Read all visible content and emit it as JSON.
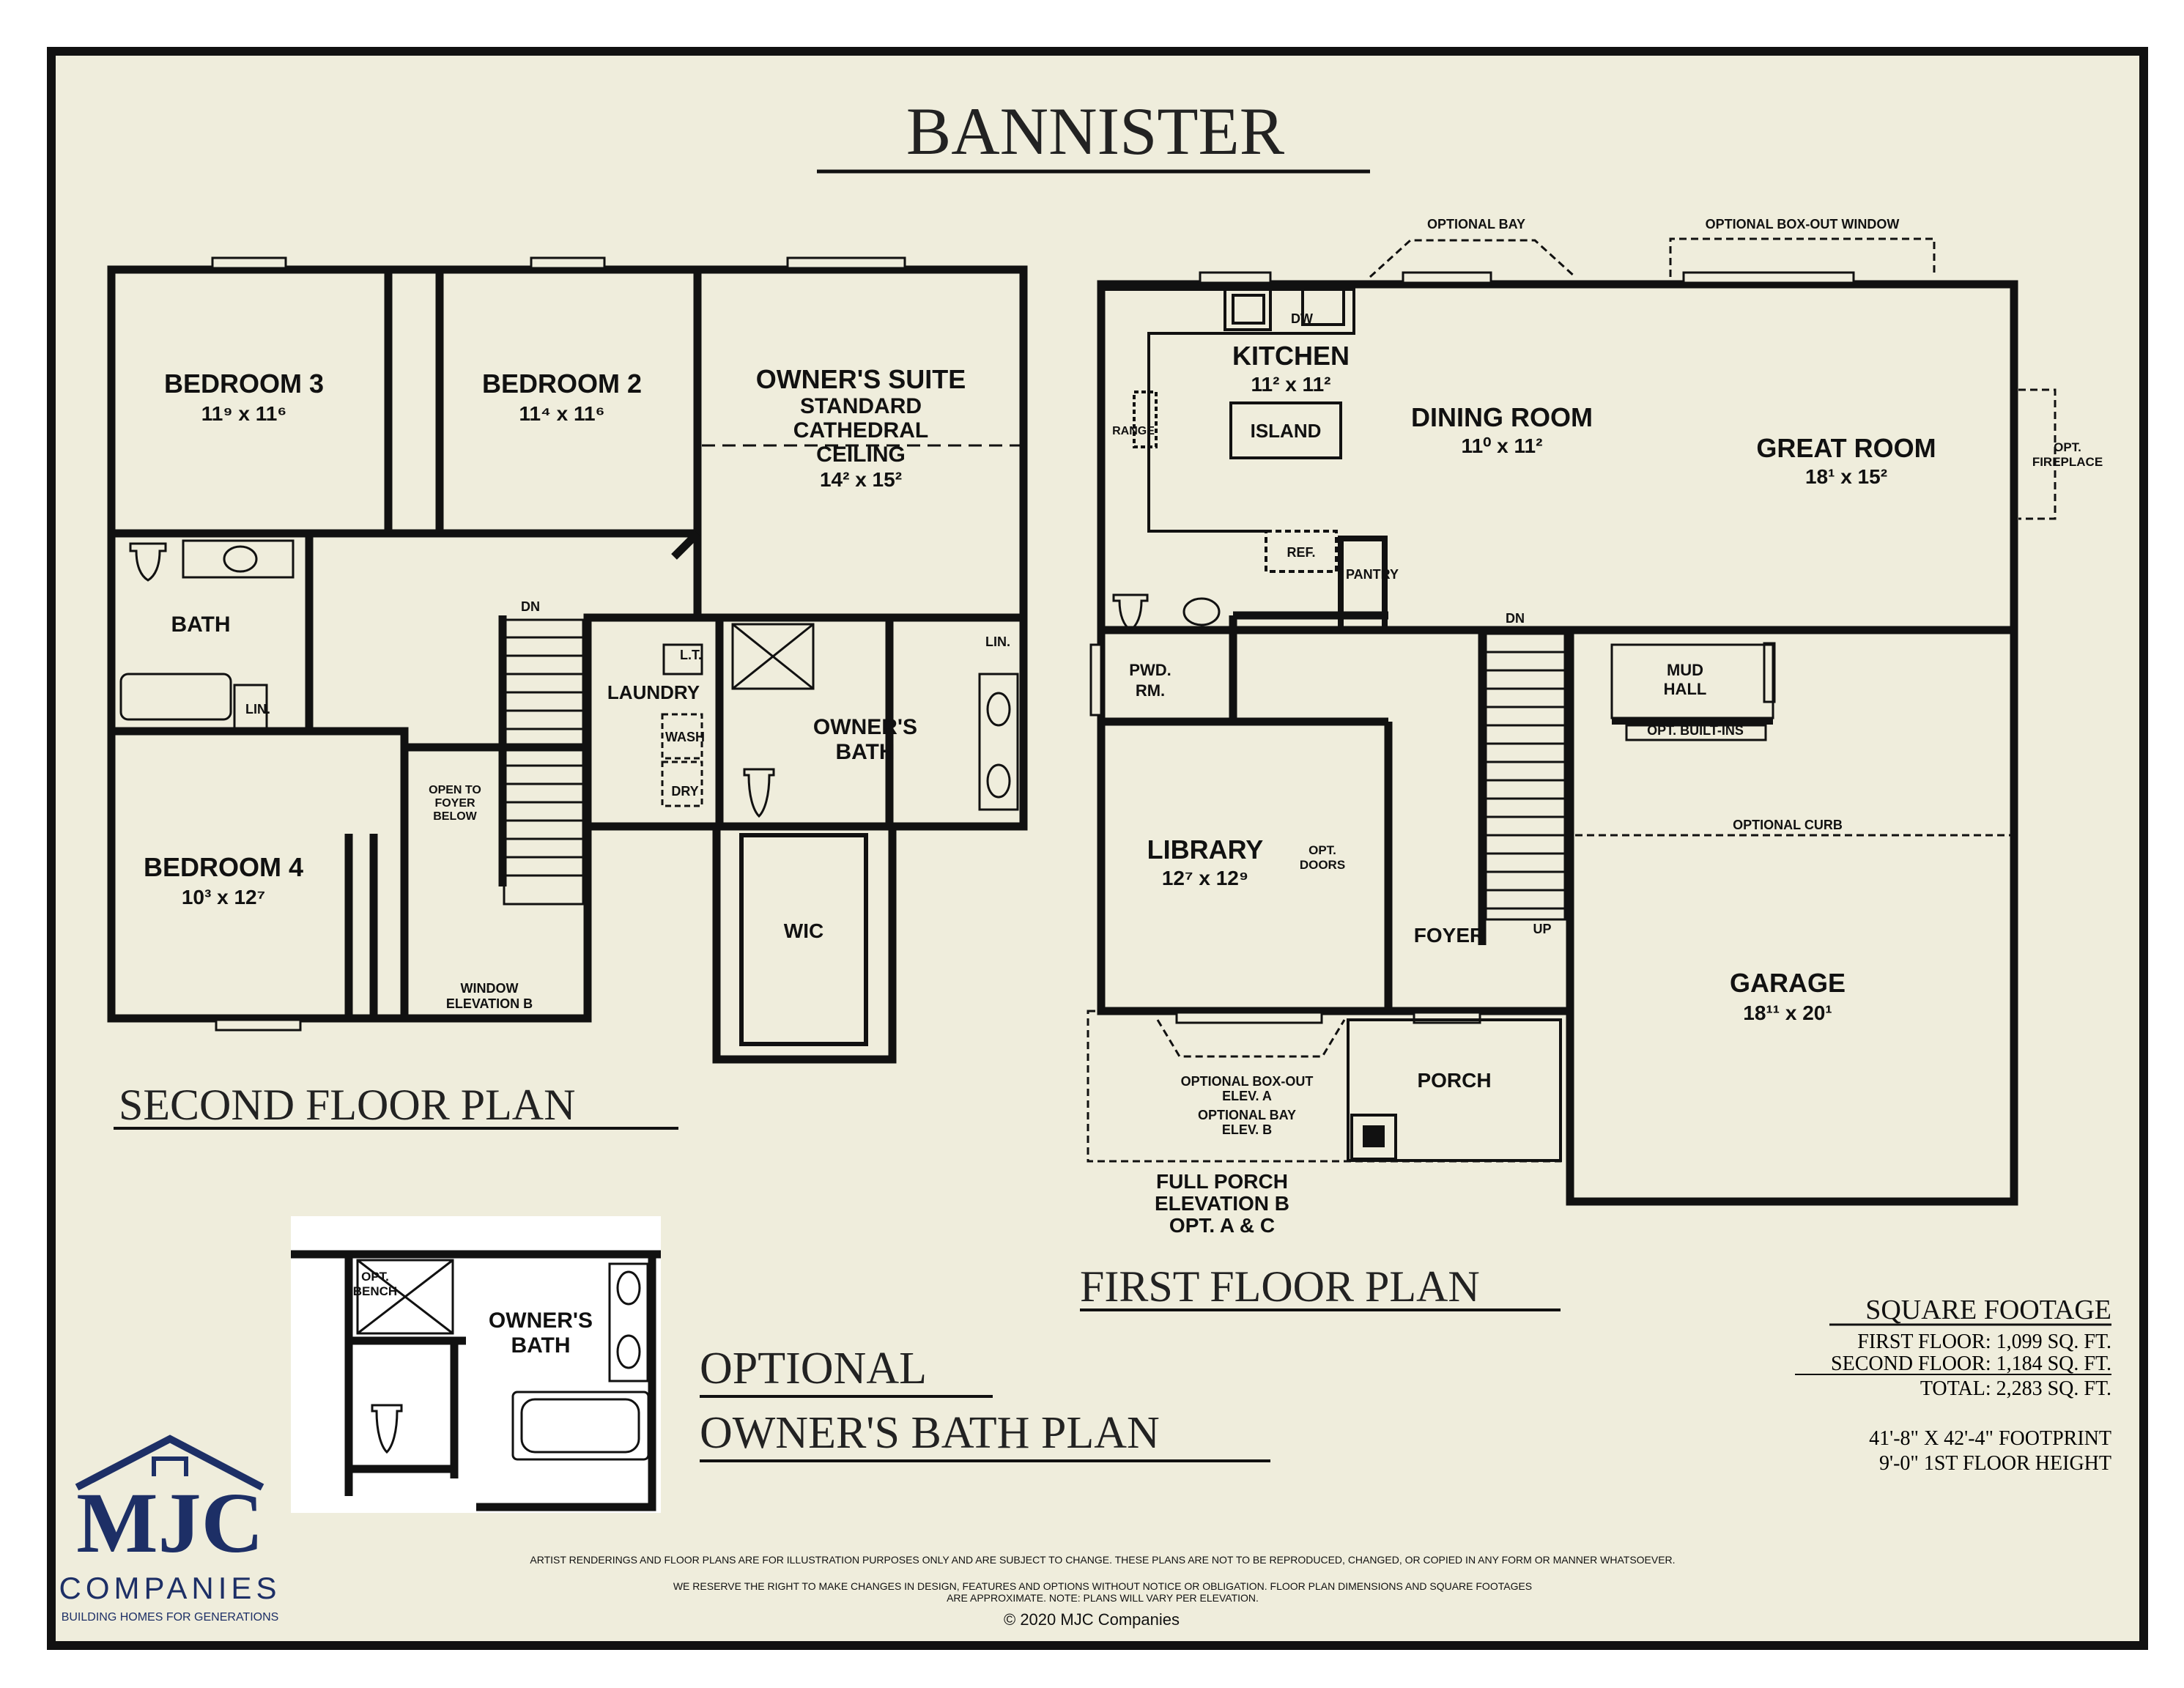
{
  "title": "BANNISTER",
  "second_floor": {
    "heading": "SECOND FLOOR PLAN",
    "rooms": {
      "bedroom3": {
        "name": "BEDROOM 3",
        "dim": "11⁹ x 11⁶"
      },
      "bedroom2": {
        "name": "BEDROOM 2",
        "dim": "11⁴ x 11⁶"
      },
      "owners_suite": {
        "name": "OWNER'S SUITE",
        "line2": "STANDARD",
        "line3": "CATHEDRAL",
        "line4": "CEILING",
        "dim": "14² x 15²"
      },
      "bath": "BATH",
      "lin1": "LIN.",
      "lin2": "LIN.",
      "bedroom4": {
        "name": "BEDROOM 4",
        "dim": "10³ x 12⁷"
      },
      "laundry": "LAUNDRY",
      "lt": "L.T.",
      "wash": "WASH",
      "dry": "DRY",
      "owners_bath": {
        "line1": "OWNER'S",
        "line2": "BATH"
      },
      "wic": "WIC",
      "dn": "DN",
      "open_to_foyer": {
        "line1": "OPEN TO",
        "line2": "FOYER",
        "line3": "BELOW"
      },
      "window_elev": {
        "line1": "WINDOW",
        "line2": "ELEVATION B"
      }
    }
  },
  "first_floor": {
    "heading": "FIRST FLOOR PLAN",
    "optional_bay": "OPTIONAL BAY",
    "optional_boxout": "OPTIONAL BOX-OUT WINDOW",
    "rooms": {
      "kitchen": {
        "name": "KITCHEN",
        "dim": "11² x 11²"
      },
      "dw": "DW",
      "range": "RANGE",
      "island": "ISLAND",
      "ref": "REF.",
      "pantry": "PANTRY",
      "dining": {
        "name": "DINING ROOM",
        "dim": "11⁰ x 11²"
      },
      "great": {
        "name": "GREAT ROOM",
        "dim": "18¹ x 15²"
      },
      "fireplace": {
        "line1": "OPT.",
        "line2": "FIREPLACE"
      },
      "pwd": {
        "line1": "PWD.",
        "line2": "RM."
      },
      "dn": "DN",
      "mud": {
        "line1": "MUD",
        "line2": "HALL"
      },
      "builtins": "OPT. BUILT-INS",
      "optional_curb": "OPTIONAL CURB",
      "library": {
        "name": "LIBRARY",
        "dim": "12⁷ x 12⁹"
      },
      "opt_doors": {
        "line1": "OPT.",
        "line2": "DOORS"
      },
      "foyer": "FOYER",
      "up": "UP",
      "garage": {
        "name": "GARAGE",
        "dim": "18¹¹ x 20¹"
      },
      "porch": "PORCH",
      "boxout_note": {
        "line1": "OPTIONAL BOX-OUT",
        "line2": "ELEV. A",
        "line3": "OPTIONAL BAY",
        "line4": "ELEV. B"
      },
      "full_porch": {
        "line1": "FULL PORCH",
        "line2": "ELEVATION B",
        "line3": "OPT. A & C"
      }
    }
  },
  "optional_bath": {
    "heading_line1": "OPTIONAL",
    "heading_line2": "OWNER'S BATH PLAN",
    "opt_bench": {
      "line1": "OPT.",
      "line2": "BENCH"
    },
    "owners_bath": {
      "line1": "OWNER'S",
      "line2": "BATH"
    }
  },
  "square_footage": {
    "heading": "SQUARE FOOTAGE",
    "first": "FIRST FLOOR: 1,099 SQ. FT.",
    "second": "SECOND FLOOR: 1,184 SQ. FT.",
    "total": "TOTAL: 2,283 SQ. FT.",
    "footprint": "41'-8\" X 42'-4\" FOOTPRINT",
    "height": "9'-0\" 1ST FLOOR HEIGHT"
  },
  "logo": {
    "letters": "MJC",
    "companies": "COMPANIES",
    "tagline": "BUILDING HOMES FOR GENERATIONS"
  },
  "disclaimer": {
    "line1": "ARTIST RENDERINGS AND FLOOR PLANS ARE FOR ILLUSTRATION PURPOSES ONLY AND ARE SUBJECT TO CHANGE. THESE PLANS ARE NOT TO BE REPRODUCED, CHANGED, OR COPIED IN ANY FORM OR MANNER WHATSOEVER.",
    "line2": "WE RESERVE THE RIGHT TO MAKE CHANGES IN DESIGN, FEATURES AND OPTIONS WITHOUT NOTICE OR OBLIGATION.  FLOOR PLAN DIMENSIONS AND SQUARE FOOTAGES",
    "line3": "ARE APPROXIMATE.  NOTE: PLANS WILL VARY PER ELEVATION.",
    "copyright": "© 2020 MJC Companies"
  },
  "colors": {
    "paper": "#efeddc",
    "border": "#111111",
    "logo_blue": "#1d2f66"
  }
}
